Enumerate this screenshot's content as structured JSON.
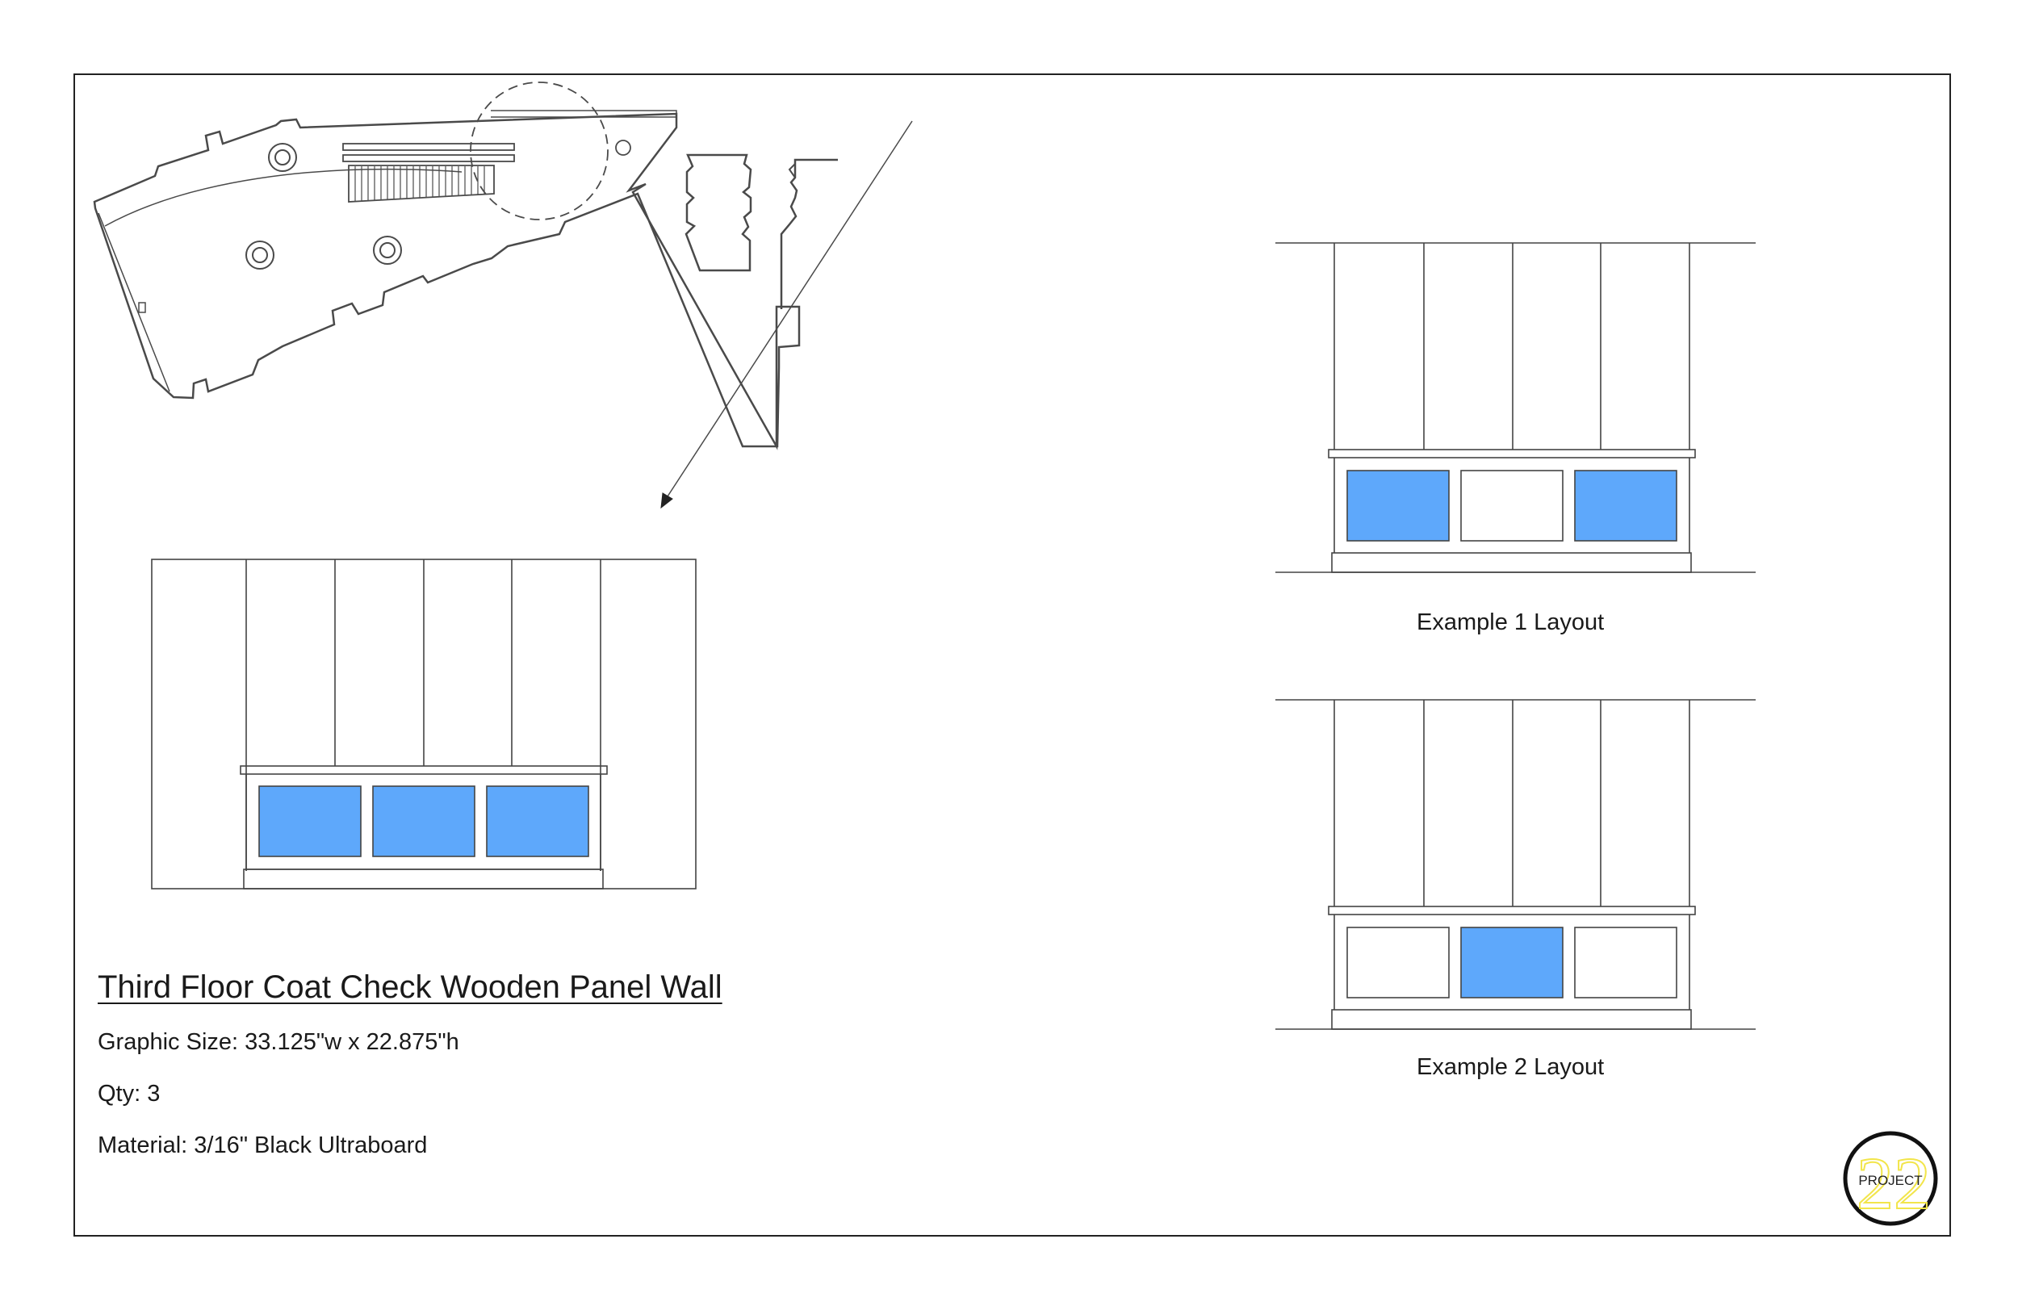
{
  "sheet": {
    "title": "Third Floor Coat Check Wooden Panel Wall",
    "specs": {
      "size": "Graphic Size: 33.125\"w x 22.875\"h",
      "qty": "Qty: 3",
      "material": "Material: 3/16\" Black Ultraboard"
    }
  },
  "examples": [
    {
      "caption": "Example 1 Layout",
      "filled": [
        true,
        false,
        true
      ]
    },
    {
      "caption": "Example 2 Layout",
      "filled": [
        false,
        true,
        false
      ]
    }
  ],
  "main_elevation": {
    "filled": [
      true,
      true,
      true
    ]
  },
  "logo": {
    "text": "PROJECT",
    "numeral": "22"
  },
  "colors": {
    "panel_fill": "#5ea8fb",
    "line": "#3a3a3a",
    "logo_accent": "#f2e54a",
    "frame": "#222222"
  }
}
